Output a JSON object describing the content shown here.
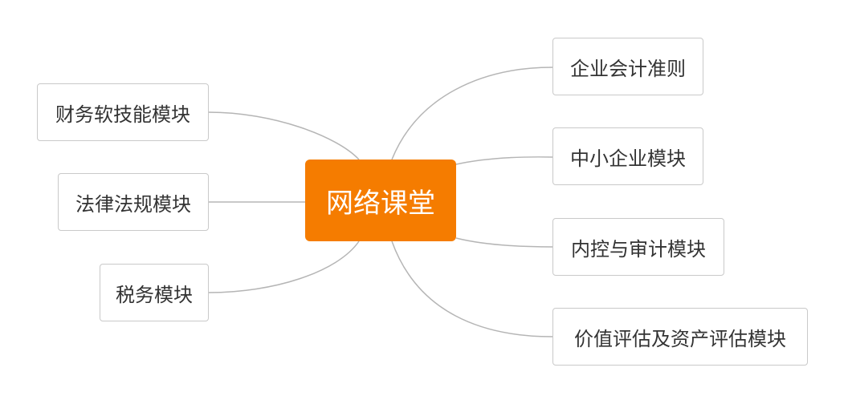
{
  "colors": {
    "center_fill": "#f57c00",
    "center_text": "#ffffff",
    "node_border": "#c9c9c9",
    "node_text": "#333333",
    "connector": "#b5b5b5"
  },
  "center": {
    "label": "网络课堂"
  },
  "left_branches": [
    {
      "label": "财务软技能模块"
    },
    {
      "label": "法律法规模块"
    },
    {
      "label": "税务模块"
    }
  ],
  "right_branches": [
    {
      "label": "企业会计准则"
    },
    {
      "label": "中小企业模块"
    },
    {
      "label": "内控与审计模块"
    },
    {
      "label": "价值评估及资产评估模块"
    }
  ]
}
